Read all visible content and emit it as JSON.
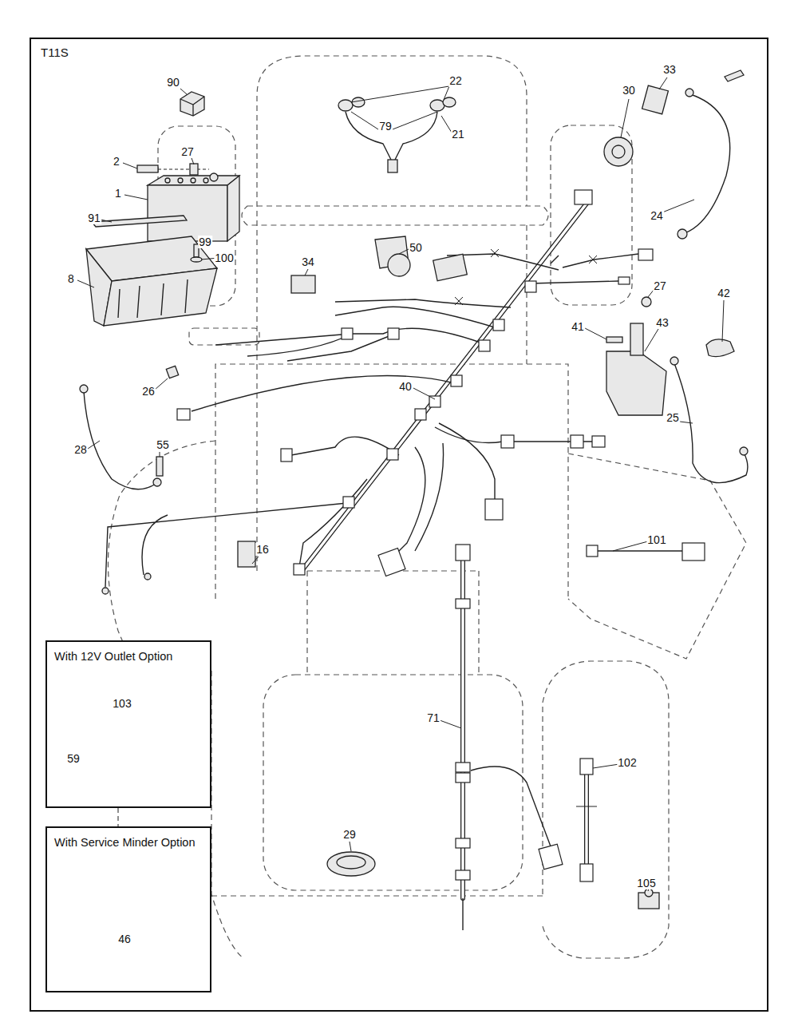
{
  "diagram": {
    "nodes": [
      {
        "text": [
          "T11S"
        ]
      },
      {
        "text": [
          "With 12V Outlet Option"
        ],
        "in": 0
      },
      {
        "text": [
          "With Service Minder Option"
        ],
        "in": 0
      }
    ],
    "edges": [
      {
        "from": 1,
        "to": 2,
        "arrow": "none"
      }
    ],
    "labels": [
      "90",
      "22",
      "30",
      "33",
      "2",
      "27",
      "79",
      "21",
      "1",
      "24",
      "91",
      "99",
      "50",
      "100",
      "34",
      "8",
      "27",
      "42",
      "43",
      "41",
      "26",
      "40",
      "25",
      "28",
      "55",
      "101",
      "16",
      "103",
      "71",
      "102",
      "59",
      "29",
      "46",
      "105"
    ]
  }
}
